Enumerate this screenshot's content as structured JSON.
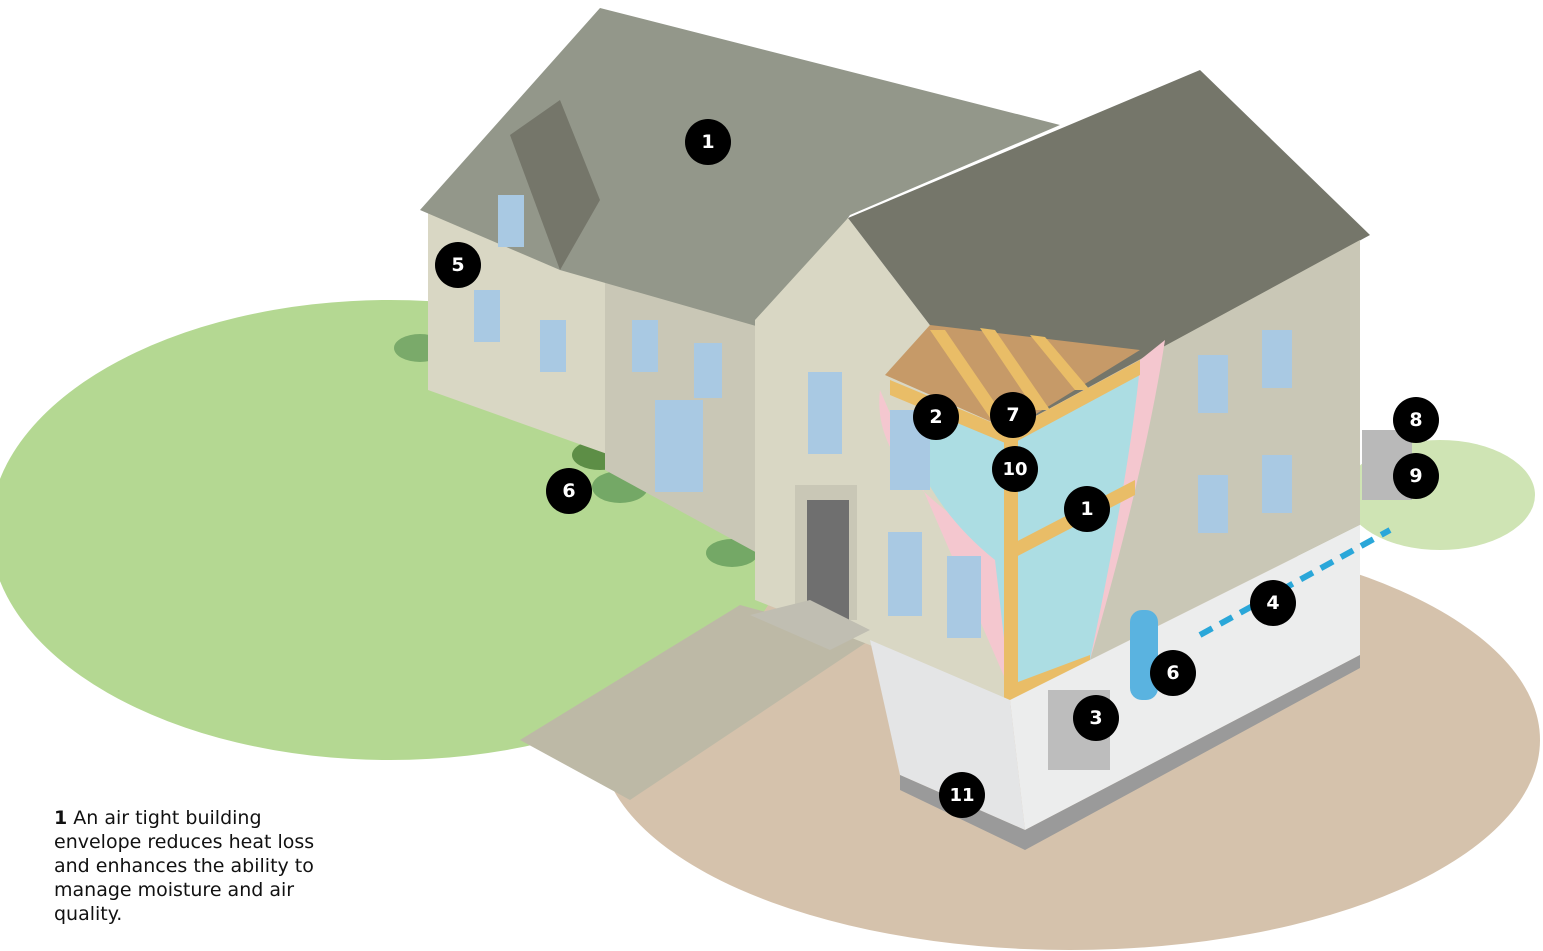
{
  "markers": [
    {
      "label": "1"
    },
    {
      "label": "5"
    },
    {
      "label": "6"
    },
    {
      "label": "2"
    },
    {
      "label": "7"
    },
    {
      "label": "10"
    },
    {
      "label": "1"
    },
    {
      "label": "8"
    },
    {
      "label": "9"
    },
    {
      "label": "4"
    },
    {
      "label": "6"
    },
    {
      "label": "3"
    },
    {
      "label": "11"
    }
  ],
  "caption": {
    "number": "1",
    "text": "An air tight building envelope reduces heat loss and enhances the ability to manage moisture and air quality."
  },
  "colors": {
    "lawn": "#b4d892",
    "soil": "#d5c2ac",
    "roof_light": "#93978a",
    "roof_dark": "#75766a",
    "siding": "#d9d7c4",
    "insulation_pink": "#f4c7cf",
    "air_barrier_blue": "#acdde3",
    "framing": "#e9bd67",
    "foundation": "#e4e5e6",
    "duct_blue": "#2aa7d9"
  }
}
